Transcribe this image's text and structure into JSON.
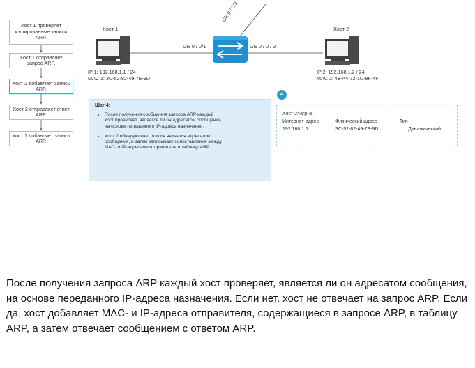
{
  "steps": [
    {
      "text": "Хост 1 проверяет кэшированные записи ARP."
    },
    {
      "text": "Хост 1 отправляет запрос ARP."
    },
    {
      "text": "Хост 2 добавляет запись ARP."
    },
    {
      "text": "Хост 2 отправляет ответ ARP."
    },
    {
      "text": "Хост 1 добавляет запись ARP."
    }
  ],
  "topology": {
    "host1": {
      "name": "Хост 1",
      "ip": "IP 1: 192.168.1.1 / 24",
      "mac": "MAC 1: 3C-52-82-49-7E-9D"
    },
    "host2": {
      "name": "Хост 2",
      "ip": "IP 2: 192.168.1.2 / 24",
      "mac": "MAC 2: 48-A4-72-1C-8F-4F"
    },
    "port_left": "GE 0 / 0/1",
    "port_right": "GE 0 / 0 / 2",
    "port_up": "GE 0 / 0/3"
  },
  "step_panel": {
    "title": "Шаг 4:",
    "bullets": [
      "После получения сообщения запроса ARP каждый\nхост проверяет, является ли он адресатом сообщения,\nна основе переданного IP-адреса назначения.",
      "Хост 2 обнаруживает, что он является адресатом\nсообщения, и затем записывает сопоставление между\nMAC- и IP-адресами отправителя в таблицу ARP."
    ]
  },
  "arp_table": {
    "badge": "4",
    "command": "Хост 2>arp -a",
    "headers": [
      "Интернет-адрес",
      "Физический адрес",
      "Тип"
    ],
    "row": [
      "192.168.1.1",
      "3C-52-82-49-7E-9D",
      "Динамический"
    ]
  },
  "paragraph": "После получения запроса ARP каждый хост проверяет, является ли он адресатом сообщения, на основе переданного IP-адреса назначения. Если нет, хост не отвечает на запрос ARP. Если да, хост добавляет MAC- и IP-адреса отправителя, содержащиеся в запросе ARP, в таблицу ARP, а затем отвечает сообщением с ответом ARP."
}
